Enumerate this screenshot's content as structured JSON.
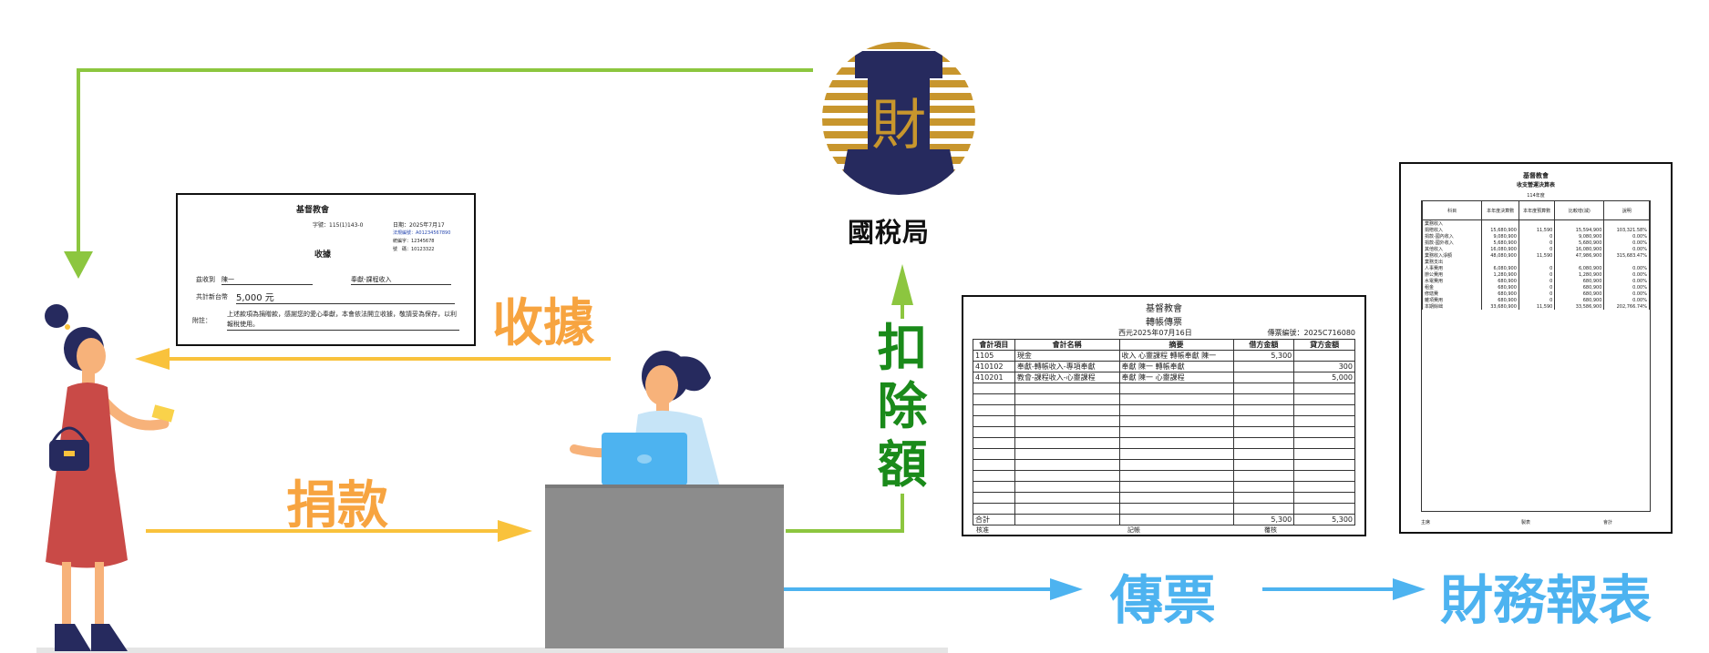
{
  "labels": {
    "receipt": "收據",
    "donation": "捐款",
    "deduction": "扣除額",
    "tax_bureau": "國稅局",
    "voucher": "傳票",
    "financial_statement": "財務報表"
  },
  "logo": {
    "glyph": "財"
  },
  "colors": {
    "green": "#8cc63f",
    "dark_green": "#1a8a1a",
    "orange": "#f7a440",
    "yellow": "#f9c23c",
    "blue": "#4db3f0",
    "gold": "#c8962d",
    "navy": "#262a5e",
    "desk": "#8c8c8c"
  },
  "receipt_doc": {
    "org": "基督教會",
    "no": "字號：115(1)143-0",
    "date": "日期：2025年7月17",
    "meta": [
      "法規編號：A01234567890",
      "統編字：12345678",
      "號　碼：10123322"
    ],
    "title": "收據",
    "payer_label": "茲收到",
    "payer": "陳一",
    "purpose": "奉獻-課程收入",
    "amount_label": "共計新台幣",
    "amount": "5,000 元",
    "note_label": "附註：",
    "note": "上述款項為捐贈款，感謝您的愛心奉獻，本會依法開立收據，敬請妥為保存，以利報稅使用。"
  },
  "voucher_doc": {
    "org": "基督教會",
    "title": "轉帳傳票",
    "date": "西元2025年07月16日",
    "number": "傳票編號：2025C716080",
    "headers": [
      "會計項目",
      "會計名稱",
      "摘要",
      "借方金額",
      "貸方金額"
    ],
    "rows": [
      [
        "1105",
        "現金",
        "收入 心靈課程 轉帳奉獻 陳一",
        "5,300",
        ""
      ],
      [
        "410102",
        "奉獻-轉帳收入-專項奉獻",
        "奉獻 陳一 轉帳奉獻",
        "",
        "300"
      ],
      [
        "410201",
        "教會-課程收入-心靈課程",
        "奉獻 陳一 心靈課程",
        "",
        "5,000"
      ]
    ],
    "total_label": "合計",
    "total_debit": "5,300",
    "total_credit": "5,300",
    "footer": [
      "核准",
      "記帳",
      "覆核"
    ]
  },
  "report_doc": {
    "org": "基督教會",
    "title": "收支營運決算表",
    "year": "114年度",
    "headers": [
      "科目",
      "本年度決算數",
      "本年度預算數",
      "比較增(減)",
      "說明"
    ],
    "rows": [
      [
        "業務收入",
        "",
        "",
        "",
        ""
      ],
      [
        "捐贈收入",
        "15,680,900",
        "11,590",
        "15,594,900",
        "103,321.58%"
      ],
      [
        "捐款-國內收入",
        "9,080,900",
        "0",
        "9,080,900",
        "0.00%"
      ],
      [
        "捐款-國外收入",
        "5,680,900",
        "0",
        "5,680,900",
        "0.00%"
      ],
      [
        "其他收入",
        "16,080,900",
        "0",
        "16,080,900",
        "0.00%"
      ],
      [
        "業務收入淨額",
        "48,080,900",
        "11,590",
        "47,986,900",
        "315,683.47%"
      ],
      [
        "業務支出",
        "",
        "",
        "",
        ""
      ],
      [
        "人事費用",
        "6,080,900",
        "0",
        "6,080,900",
        "0.00%"
      ],
      [
        "辦公費用",
        "1,280,900",
        "0",
        "1,280,900",
        "0.00%"
      ],
      [
        "水電費用",
        "680,900",
        "0",
        "680,900",
        "0.00%"
      ],
      [
        "租金",
        "680,900",
        "0",
        "680,900",
        "0.00%"
      ],
      [
        "修繕費",
        "680,900",
        "0",
        "680,900",
        "0.00%"
      ],
      [
        "雜項費用",
        "680,900",
        "0",
        "680,900",
        "0.00%"
      ],
      [
        "本期餘絀",
        "33,680,900",
        "11,590",
        "33,586,900",
        "202,766.74%"
      ]
    ],
    "footer": [
      "主席",
      "製表",
      "會計"
    ]
  }
}
